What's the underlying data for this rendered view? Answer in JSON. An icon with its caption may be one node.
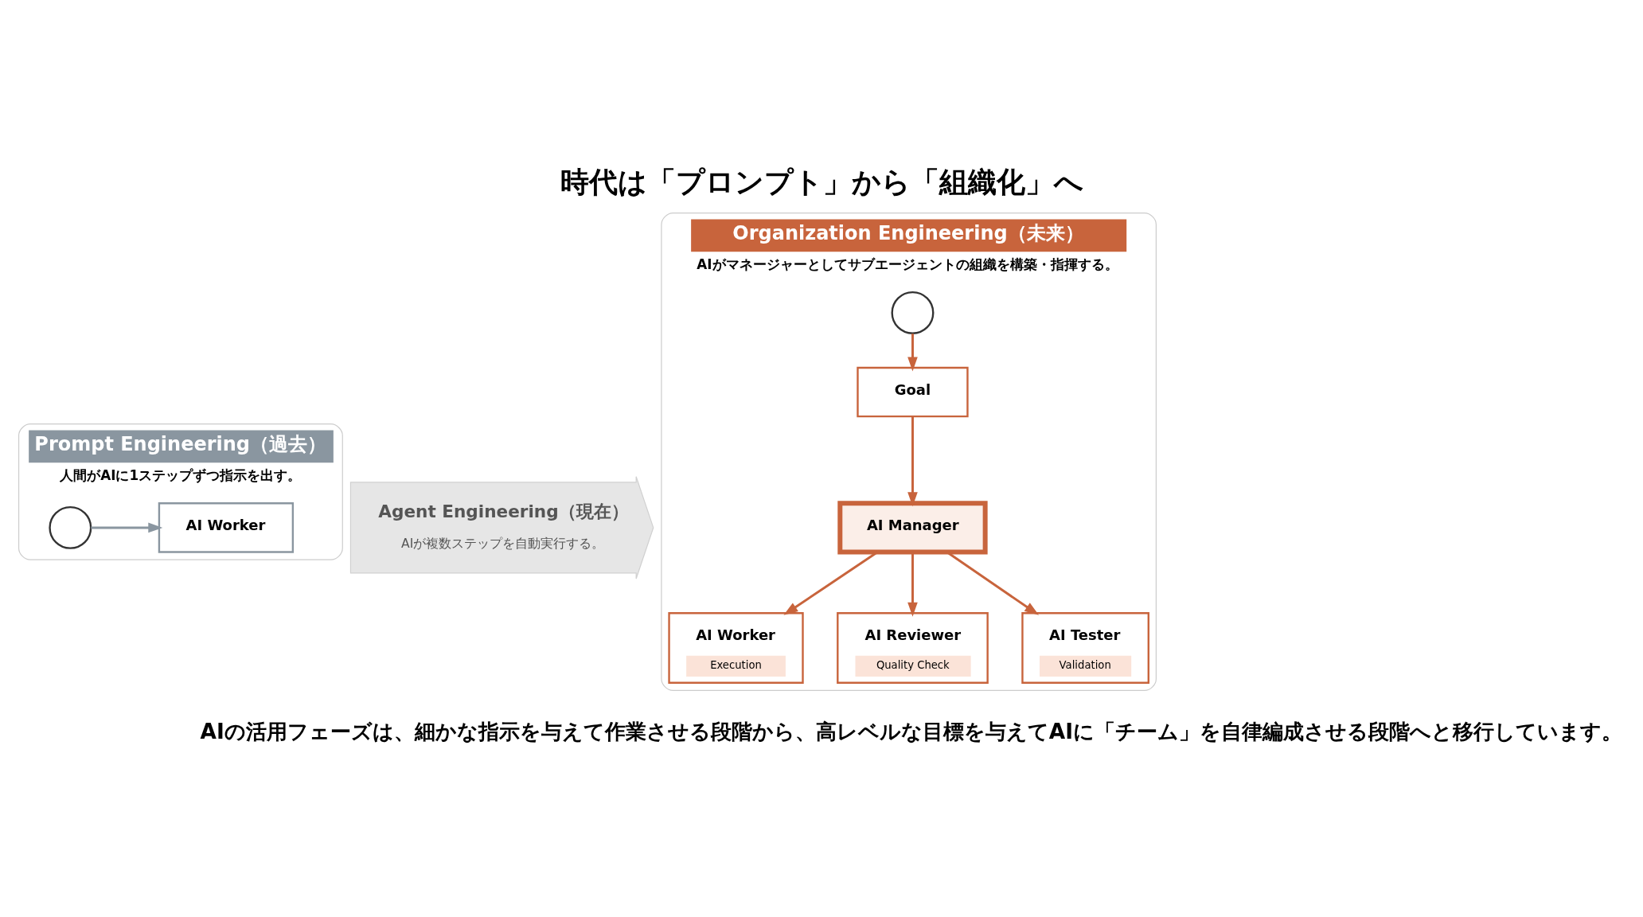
{
  "diagram": {
    "title": "時代は「プロンプト」から「組織化」へ",
    "caption": "AIの活用フェーズは、細かな指示を与えて作業させる段階から、高レベルな目標を与えてAIに「チーム」を自律編成させる段階へと移行しています。",
    "nodes": [
      {
        "text": [
          "Prompt Engineering（過去）",
          "人間がAIに1ステップずつ指示を出す。"
        ]
      },
      {
        "text": [],
        "shape": "person",
        "in": 0
      },
      {
        "text": [
          "AI Worker"
        ],
        "in": 0
      },
      {
        "text": [
          "Agent Engineering（現在）",
          "AIが複数ステップを自動実行する。"
        ]
      },
      {
        "text": [
          "Organization Engineering（未来）",
          "AIがマネージャーとしてサブエージェントの組織を構築・指揮する。"
        ]
      },
      {
        "text": [],
        "shape": "person",
        "in": 4
      },
      {
        "text": [
          "Goal"
        ],
        "in": 4
      },
      {
        "text": [
          "AI Manager"
        ],
        "in": 4
      },
      {
        "text": [
          "AI Worker",
          "Execution"
        ],
        "in": 4
      },
      {
        "text": [
          "AI Reviewer",
          "Quality Check"
        ],
        "in": 4
      },
      {
        "text": [
          "AI Tester",
          "Validation"
        ],
        "in": 4
      }
    ],
    "edges": [
      {
        "from": 1,
        "to": 2,
        "arrow": "to",
        "color": "#8a96a0"
      },
      {
        "from": 5,
        "to": 6,
        "arrow": "to"
      },
      {
        "from": 6,
        "to": 7,
        "arrow": "to"
      },
      {
        "from": 7,
        "to": 8,
        "arrow": "to"
      },
      {
        "from": 7,
        "to": 9,
        "arrow": "to"
      },
      {
        "from": 7,
        "to": 10,
        "arrow": "to"
      }
    ]
  }
}
